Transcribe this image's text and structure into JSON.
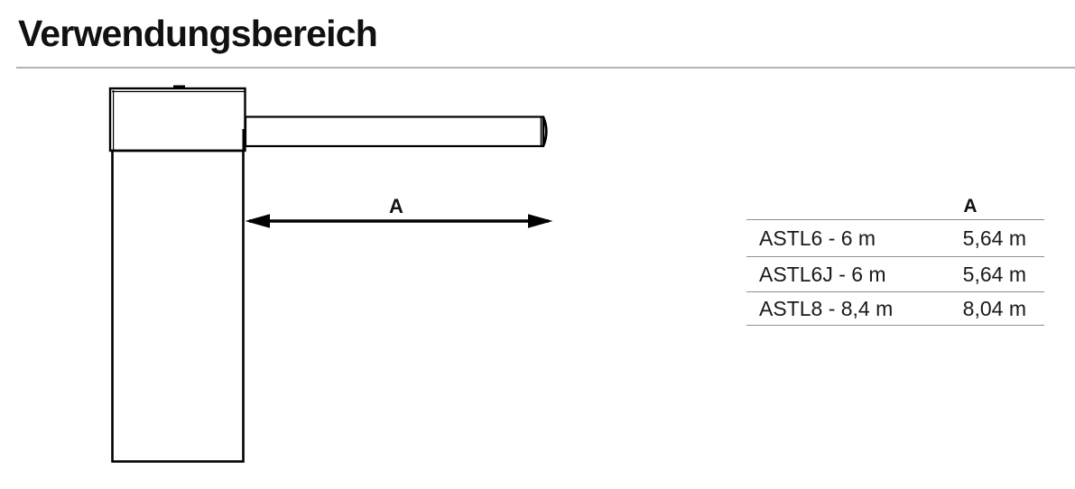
{
  "page": {
    "title": "Verwendungsbereich"
  },
  "diagram": {
    "type": "barrier-gate-side-view",
    "dimension_label": "A"
  },
  "table": {
    "header": {
      "a": "A"
    },
    "rows": [
      {
        "model": "ASTL6 - 6 m",
        "a": "5,64 m"
      },
      {
        "model": "ASTL6J - 6 m",
        "a": "5,64 m"
      },
      {
        "model": "ASTL8 - 8,4 m",
        "a": "8,04 m"
      }
    ]
  },
  "colors": {
    "diagram_stroke": "#000000",
    "table_line": "#8f8f8f",
    "divider": "#b4b4b4",
    "text": "#1a1a1a"
  }
}
